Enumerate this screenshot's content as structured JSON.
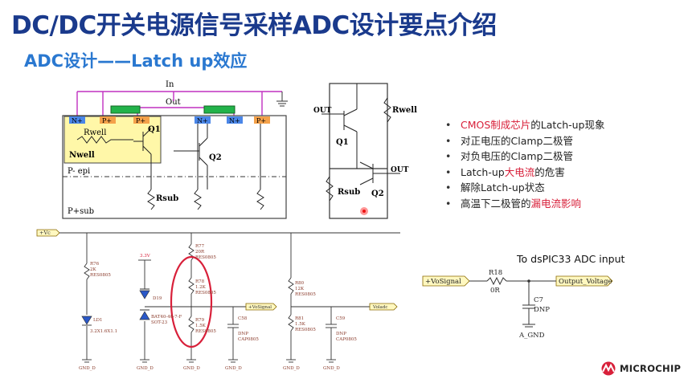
{
  "title": "DC/DC开关电源信号采样ADC设计要点介绍",
  "subtitle": "ADC设计——Latch up效应",
  "bullets": [
    {
      "pre": "",
      "red": "CMOS制成芯片",
      "post": "的Latch-up现象"
    },
    {
      "pre": "对正电压的Clamp二极管",
      "red": "",
      "post": ""
    },
    {
      "pre": "对负电压的Clamp二极管",
      "red": "",
      "post": ""
    },
    {
      "pre": "Latch-up",
      "red": "大电流",
      "post": "的危害"
    },
    {
      "pre": "解除Latch-up状态",
      "red": "",
      "post": ""
    },
    {
      "pre": "高温下二极管的",
      "red": "漏电流影响",
      "post": ""
    }
  ],
  "cross_section": {
    "in": "In",
    "out": "Out",
    "n_plus": "N+",
    "p_plus": "P+",
    "rwell": "Rwell",
    "nwell": "Nwell",
    "q1": "Q1",
    "q2": "Q2",
    "p_epi": "P- epi",
    "rsub": "Rsub",
    "p_sub": "P+sub"
  },
  "equivalent": {
    "out": "OUT",
    "rwell": "Rwell",
    "q1": "Q1",
    "q2": "Q2",
    "rsub": "Rsub"
  },
  "schematic": {
    "vc": "+Vc",
    "r76": [
      "R76",
      "2K",
      "RES0805"
    ],
    "ld1": [
      "LD1",
      "3.2X1.6X1.1"
    ],
    "v33": "3.3V",
    "d19": "D19",
    "bat": [
      "BAT40-40-7-F",
      "SOT-23"
    ],
    "r77": [
      "R77",
      "20R",
      "RES0805"
    ],
    "r78": [
      "R78",
      "1.2K",
      "RES0805"
    ],
    "r79": [
      "R79",
      "1.5K",
      "RES0805"
    ],
    "c58": [
      "C58",
      "DNP",
      "CAP0805"
    ],
    "vosignal_tag": "+VoSignal",
    "r80": [
      "R80",
      "12K",
      "RES0805"
    ],
    "r81": [
      "R81",
      "1.5K",
      "RES0805"
    ],
    "c59": [
      "C59",
      "DNP",
      "CAP0805"
    ],
    "voladc": "Voladc",
    "gnd": "GND_D"
  },
  "adc": {
    "heading": "To dsPIC33 ADC input",
    "in_tag": "+VoSignal",
    "r18": [
      "R18",
      "0R"
    ],
    "out_tag": "Output_Voltage",
    "c7": [
      "C7",
      "DNP"
    ],
    "gnd": "A_GND"
  },
  "logo": "MICROCHIP",
  "colors": {
    "title": "#1a3a8c",
    "subtitle": "#2a78d0",
    "highlight": "#d8203a",
    "nwell": "#fff7a8",
    "gate": "#22b34a",
    "n_plus": "#4a86e8",
    "p_plus": "#f4a14a",
    "wire_purple": "#c030c0"
  }
}
